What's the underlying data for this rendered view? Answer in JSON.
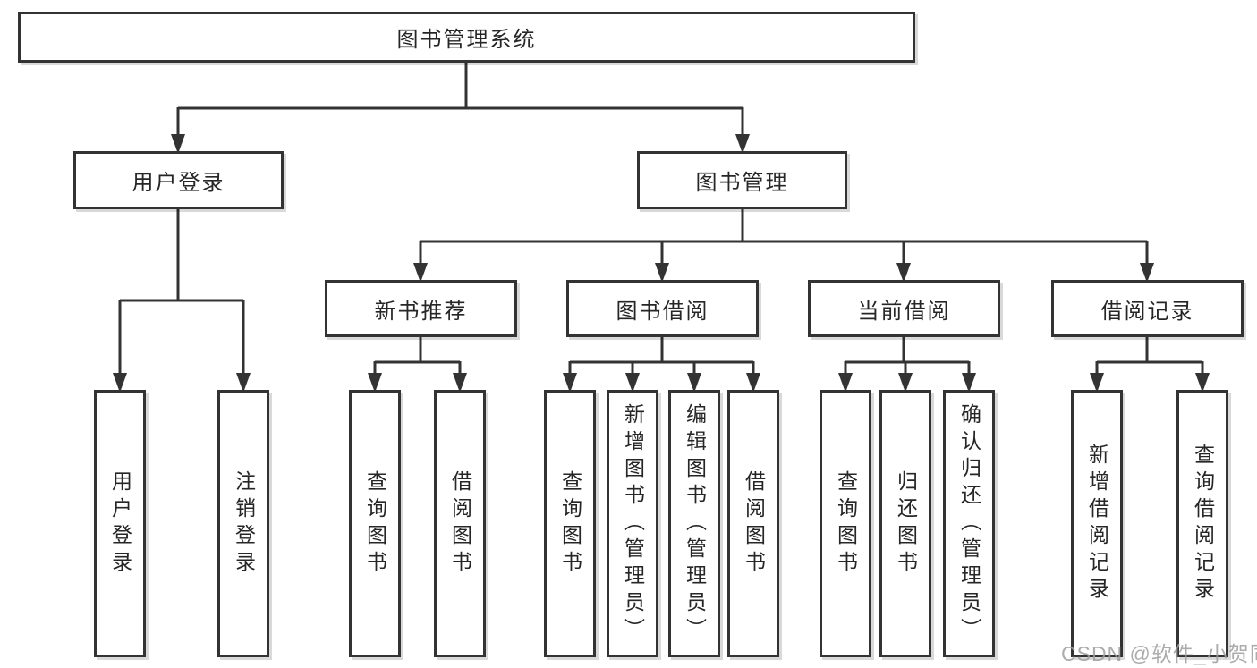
{
  "diagram": {
    "root": {
      "label": "图书管理系统"
    },
    "user_login": {
      "label": "用户登录",
      "children": {
        "login": {
          "label": "用户登录"
        },
        "logout": {
          "label": "注销登录"
        }
      }
    },
    "book_management": {
      "label": "图书管理",
      "children": {
        "new_book_rec": {
          "label": "新书推荐",
          "children": {
            "query": {
              "label": "查询图书"
            },
            "borrow": {
              "label": "借阅图书"
            }
          }
        },
        "book_borrow": {
          "label": "图书借阅",
          "children": {
            "query": {
              "label": "查询图书"
            },
            "add": {
              "label": "新增图书（管理员）"
            },
            "edit": {
              "label": "编辑图书（管理员）"
            },
            "borrow": {
              "label": "借阅图书"
            }
          }
        },
        "current_borrow": {
          "label": "当前借阅",
          "children": {
            "query": {
              "label": "查询图书"
            },
            "return": {
              "label": "归还图书"
            },
            "confirm": {
              "label": "确认归还（管理员）"
            }
          }
        },
        "borrow_records": {
          "label": "借阅记录",
          "children": {
            "add": {
              "label": "新增借阅记录"
            },
            "query": {
              "label": "查询借阅记录"
            }
          }
        }
      }
    }
  },
  "colors": {
    "line": "#333333",
    "text": "#262626",
    "watermark": "#9e9e9e"
  },
  "watermark": {
    "text": "CSDN @软件_小贺同学"
  }
}
